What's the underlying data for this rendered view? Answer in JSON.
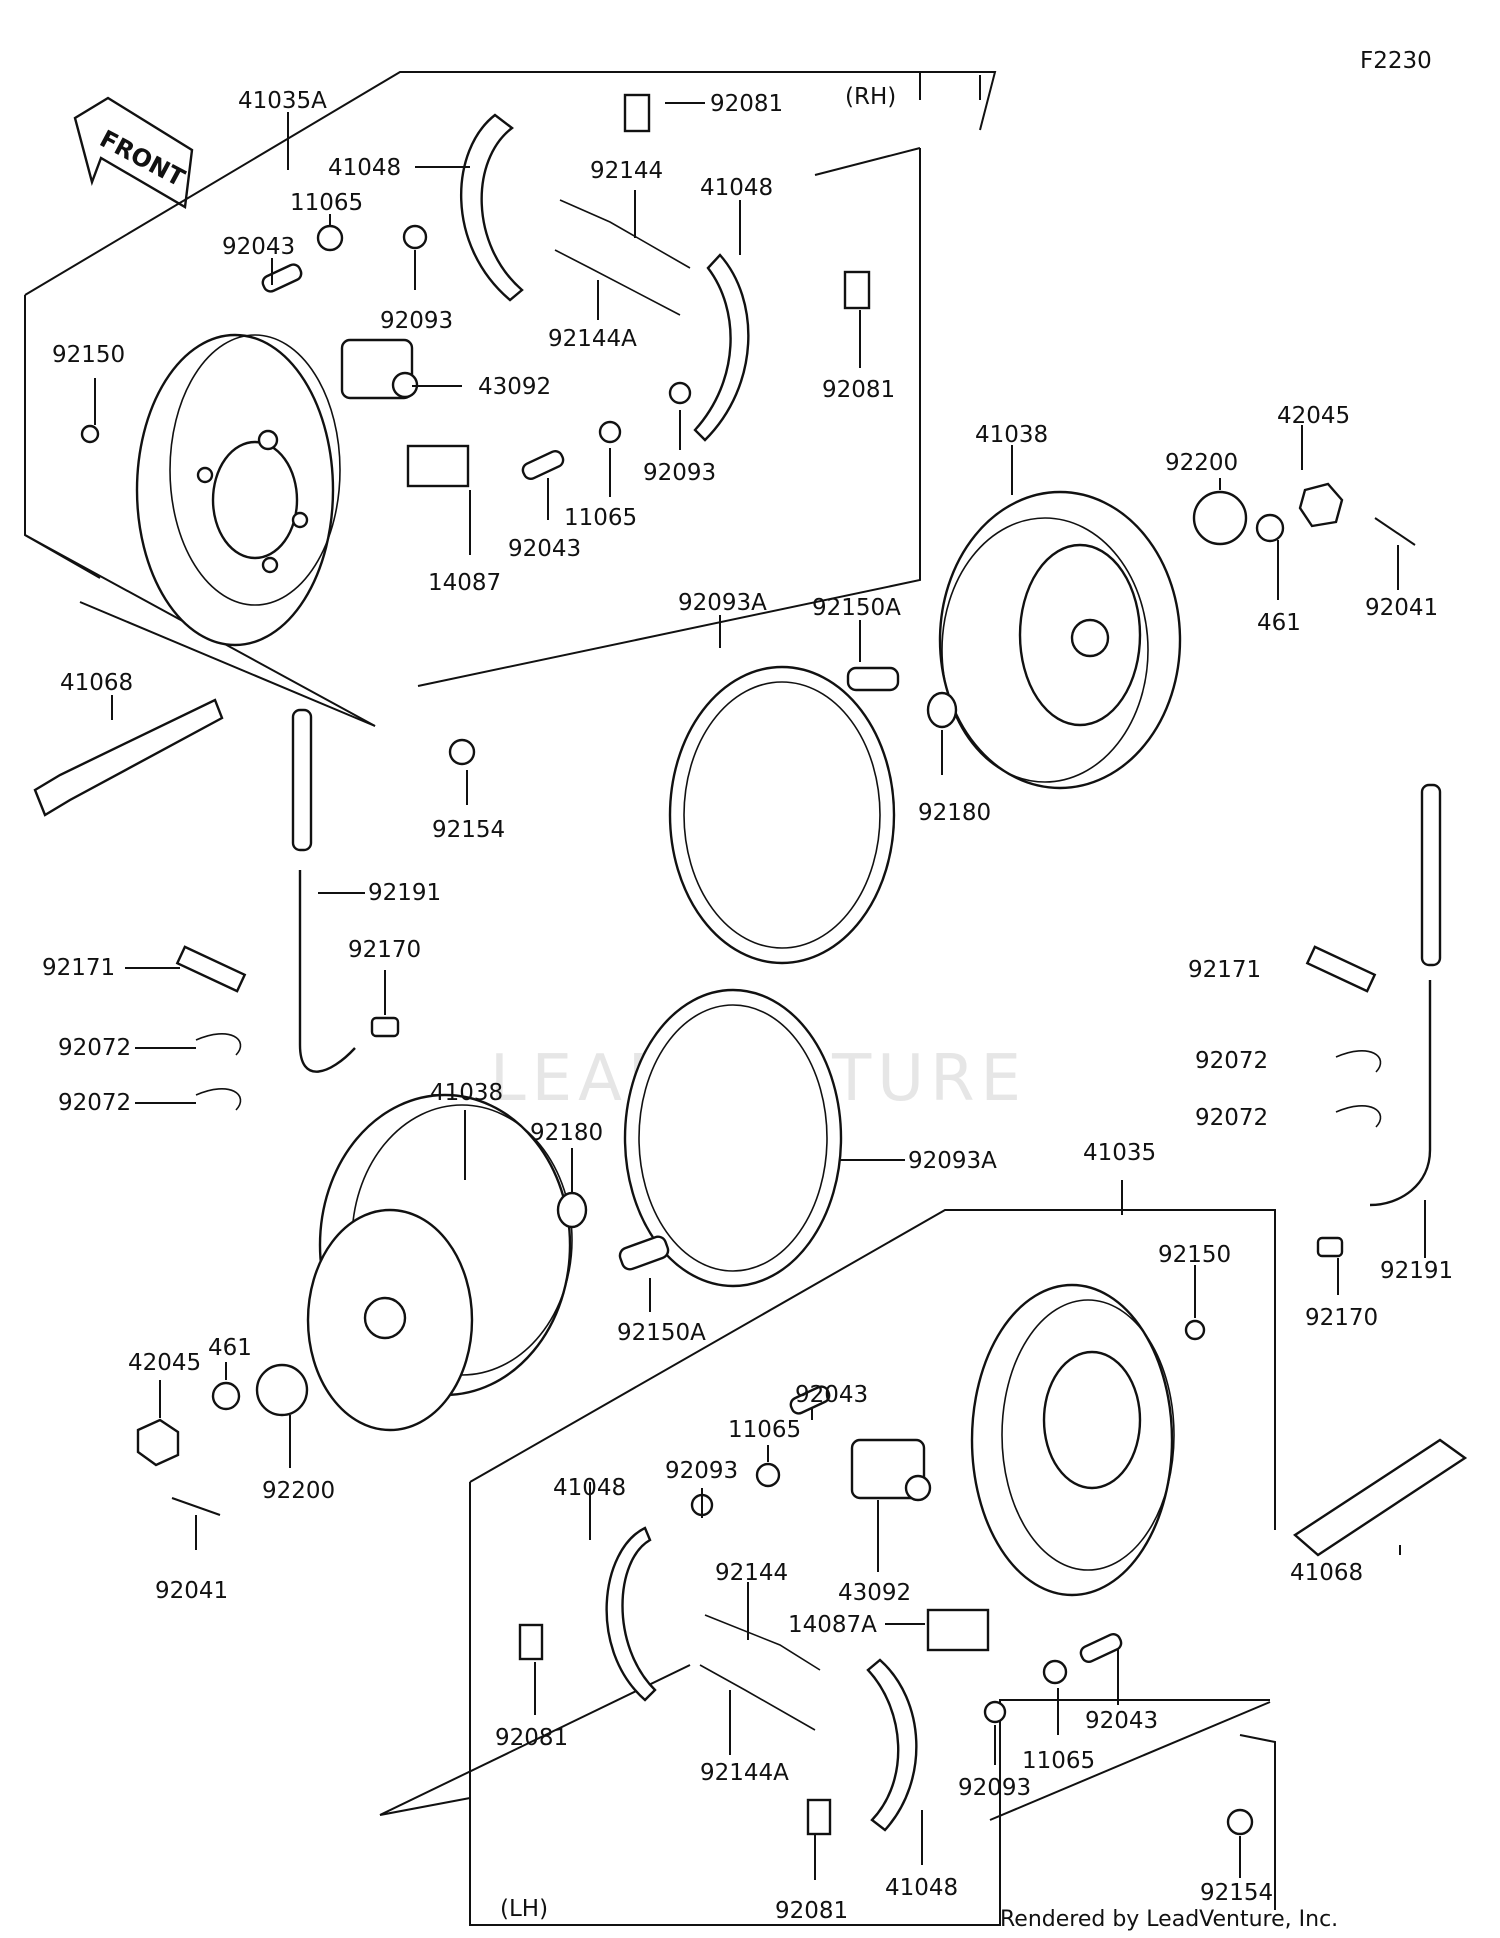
{
  "diagram_code": "F2230",
  "side_rh": "(RH)",
  "side_lh": "(LH)",
  "front_arrow_text": "FRONT",
  "watermark": "LEADVENTURE",
  "footer": "Rendered by LeadVenture, Inc.",
  "parts": {
    "p41035A": "41035A",
    "p41035": "41035",
    "p41048_a": "41048",
    "p41048_b": "41048",
    "p41048_c": "41048",
    "p41048_d": "41048",
    "p92081_a": "92081",
    "p92081_b": "92081",
    "p92081_c": "92081",
    "p92081_d": "92081",
    "p92144_a": "92144",
    "p92144_b": "92144",
    "p92144A_a": "92144A",
    "p92144A_b": "92144A",
    "p11065_a": "11065",
    "p11065_b": "11065",
    "p11065_c": "11065",
    "p11065_d": "11065",
    "p92043_a": "92043",
    "p92043_b": "92043",
    "p92043_c": "92043",
    "p92043_d": "92043",
    "p92093_a": "92093",
    "p92093_b": "92093",
    "p92093_c": "92093",
    "p92093_d": "92093",
    "p92150_a": "92150",
    "p92150_b": "92150",
    "p43092_a": "43092",
    "p43092_b": "43092",
    "p14087": "14087",
    "p14087A": "14087A",
    "p41038_a": "41038",
    "p41038_b": "41038",
    "p42045_a": "42045",
    "p42045_b": "42045",
    "p92200_a": "92200",
    "p92200_b": "92200",
    "p461_a": "461",
    "p461_b": "461",
    "p92041_a": "92041",
    "p92041_b": "92041",
    "p92093A_a": "92093A",
    "p92093A_b": "92093A",
    "p92150A_a": "92150A",
    "p92150A_b": "92150A",
    "p92180_a": "92180",
    "p92180_b": "92180",
    "p41068_a": "41068",
    "p41068_b": "41068",
    "p92154_a": "92154",
    "p92154_b": "92154",
    "p92191_a": "92191",
    "p92191_b": "92191",
    "p92170_a": "92170",
    "p92170_b": "92170",
    "p92171_a": "92171",
    "p92171_b": "92171",
    "p92072_a": "92072",
    "p92072_b": "92072",
    "p92072_c": "92072",
    "p92072_d": "92072"
  }
}
